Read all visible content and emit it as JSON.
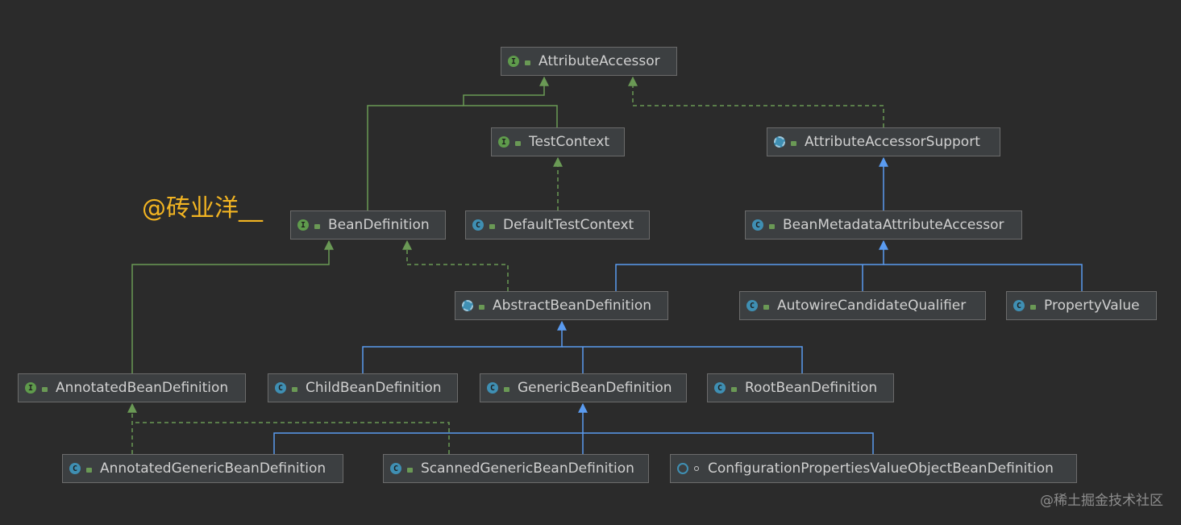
{
  "watermark": "@砖业洋__",
  "site_mark": "@稀土掘金技术社区",
  "colors": {
    "background": "#2b2b2b",
    "node_fill": "#3c3f41",
    "node_border": "#6b6b6b",
    "text": "#d0d0d0",
    "interface_extends": "#6a9955",
    "class_extends": "#5a9bf0",
    "watermark": "#f2b422"
  },
  "nodes": [
    {
      "id": "attribute-accessor",
      "label": "AttributeAccessor",
      "kind": "interface",
      "kind_icon": "interface-icon"
    },
    {
      "id": "test-context",
      "label": "TestContext",
      "kind": "interface",
      "kind_icon": "interface-icon"
    },
    {
      "id": "attribute-accessor-support",
      "label": "AttributeAccessorSupport",
      "kind": "abstract",
      "kind_icon": "abstract-class-icon"
    },
    {
      "id": "bean-definition",
      "label": "BeanDefinition",
      "kind": "interface",
      "kind_icon": "interface-icon"
    },
    {
      "id": "default-test-context",
      "label": "DefaultTestContext",
      "kind": "class",
      "kind_icon": "class-icon"
    },
    {
      "id": "bean-metadata-attribute-accessor",
      "label": "BeanMetadataAttributeAccessor",
      "kind": "class",
      "kind_icon": "class-icon"
    },
    {
      "id": "abstract-bean-definition",
      "label": "AbstractBeanDefinition",
      "kind": "abstract",
      "kind_icon": "abstract-class-icon"
    },
    {
      "id": "autowire-candidate-qualifier",
      "label": "AutowireCandidateQualifier",
      "kind": "class",
      "kind_icon": "class-icon"
    },
    {
      "id": "property-value",
      "label": "PropertyValue",
      "kind": "class",
      "kind_icon": "class-icon"
    },
    {
      "id": "annotated-bean-definition",
      "label": "AnnotatedBeanDefinition",
      "kind": "interface",
      "kind_icon": "interface-icon"
    },
    {
      "id": "child-bean-definition",
      "label": "ChildBeanDefinition",
      "kind": "class",
      "kind_icon": "class-icon"
    },
    {
      "id": "generic-bean-definition",
      "label": "GenericBeanDefinition",
      "kind": "class",
      "kind_icon": "class-icon"
    },
    {
      "id": "root-bean-definition",
      "label": "RootBeanDefinition",
      "kind": "class",
      "kind_icon": "class-icon"
    },
    {
      "id": "annotated-generic-bean-definition",
      "label": "AnnotatedGenericBeanDefinition",
      "kind": "class",
      "kind_icon": "class-icon"
    },
    {
      "id": "scanned-generic-bean-definition",
      "label": "ScannedGenericBeanDefinition",
      "kind": "class",
      "kind_icon": "class-icon"
    },
    {
      "id": "configuration-properties-value-object-bean-definition",
      "label": "ConfigurationPropertiesValueObjectBeanDefinition",
      "kind": "anon",
      "kind_icon": "class-icon",
      "visibility": "package"
    }
  ],
  "edges": [
    {
      "from": "test-context",
      "to": "attribute-accessor",
      "style": "solid-green"
    },
    {
      "from": "bean-definition",
      "to": "attribute-accessor",
      "style": "solid-green"
    },
    {
      "from": "attribute-accessor-support",
      "to": "attribute-accessor",
      "style": "dashed-green"
    },
    {
      "from": "default-test-context",
      "to": "test-context",
      "style": "dashed-green"
    },
    {
      "from": "bean-metadata-attribute-accessor",
      "to": "attribute-accessor-support",
      "style": "solid-blue"
    },
    {
      "from": "annotated-bean-definition",
      "to": "bean-definition",
      "style": "solid-green"
    },
    {
      "from": "abstract-bean-definition",
      "to": "bean-definition",
      "style": "dashed-green"
    },
    {
      "from": "abstract-bean-definition",
      "to": "bean-metadata-attribute-accessor",
      "style": "solid-blue"
    },
    {
      "from": "autowire-candidate-qualifier",
      "to": "bean-metadata-attribute-accessor",
      "style": "solid-blue"
    },
    {
      "from": "property-value",
      "to": "bean-metadata-attribute-accessor",
      "style": "solid-blue"
    },
    {
      "from": "child-bean-definition",
      "to": "abstract-bean-definition",
      "style": "solid-blue"
    },
    {
      "from": "generic-bean-definition",
      "to": "abstract-bean-definition",
      "style": "solid-blue"
    },
    {
      "from": "root-bean-definition",
      "to": "abstract-bean-definition",
      "style": "solid-blue"
    },
    {
      "from": "annotated-generic-bean-definition",
      "to": "annotated-bean-definition",
      "style": "dashed-green"
    },
    {
      "from": "scanned-generic-bean-definition",
      "to": "annotated-bean-definition",
      "style": "dashed-green"
    },
    {
      "from": "annotated-generic-bean-definition",
      "to": "generic-bean-definition",
      "style": "solid-blue"
    },
    {
      "from": "scanned-generic-bean-definition",
      "to": "generic-bean-definition",
      "style": "solid-blue"
    },
    {
      "from": "configuration-properties-value-object-bean-definition",
      "to": "generic-bean-definition",
      "style": "solid-blue"
    }
  ]
}
